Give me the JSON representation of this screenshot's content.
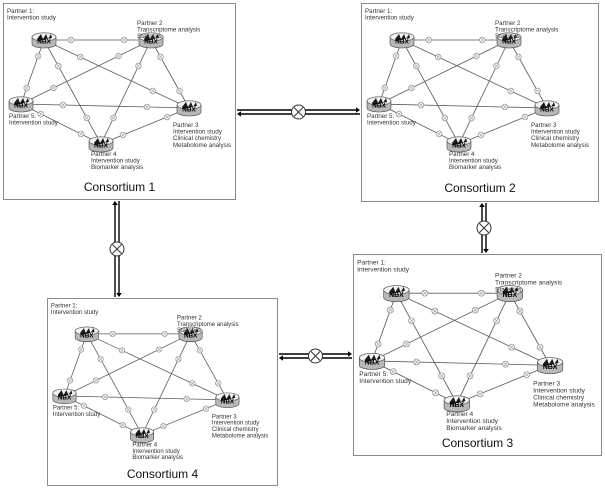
{
  "colors": {
    "line": "#5a5a5a",
    "node_top": "#f2f2f2",
    "node_side": "#b8b8b8",
    "pinwheel": "#1a1a1a",
    "relay": "#9a9a9a"
  },
  "icons": {
    "node": "nbx-database-icon",
    "relay": "x-circle-icon",
    "link": "double-arrow-icon"
  },
  "node_label": "NBX",
  "consortia": [
    {
      "title": "Consortium 1",
      "partners": [
        {
          "lines": [
            "Partner 1:",
            "Intervention study"
          ]
        },
        {
          "lines": [
            "Partner 2",
            "Transcriptome analysis",
            "Statistics"
          ]
        },
        {
          "lines": [
            "Partner 3",
            "Intervention study",
            "Clinical chemistry",
            "Metabolome analysis"
          ]
        },
        {
          "lines": [
            "Partner 4",
            "Intervention study",
            "Biomarker analysis"
          ]
        },
        {
          "lines": [
            "Partner 5:",
            "Intervention study"
          ]
        }
      ]
    },
    {
      "title": "Consortium 2",
      "partners": [
        {
          "lines": [
            "Partner 1:",
            "Intervention study"
          ]
        },
        {
          "lines": [
            "Partner 2",
            "Transcriptome analysis",
            "Statistics"
          ]
        },
        {
          "lines": [
            "Partner 3",
            "Intervention study",
            "Clinical chemistry",
            "Metabolome analysis"
          ]
        },
        {
          "lines": [
            "Partner 4",
            "Intervention study",
            "Biomarker analysis"
          ]
        },
        {
          "lines": [
            "Partner 5:",
            "Intervention study"
          ]
        }
      ]
    },
    {
      "title": "Consortium 3",
      "partners": [
        {
          "lines": [
            "Partner 1:",
            "Intervention study"
          ]
        },
        {
          "lines": [
            "Partner 2",
            "Transcriptome analysis",
            "Statistics"
          ]
        },
        {
          "lines": [
            "Partner 3",
            "Intervention study",
            "Clinical chemistry",
            "Metabolome analysis"
          ]
        },
        {
          "lines": [
            "Partner 4",
            "Intervention study",
            "Biomarker analysis"
          ]
        },
        {
          "lines": [
            "Partner 5:",
            "Intervention study"
          ]
        }
      ]
    },
    {
      "title": "Consortium 4",
      "partners": [
        {
          "lines": [
            "Partner 1:",
            "Intervention study"
          ]
        },
        {
          "lines": [
            "Partner 2",
            "Transcriptome analysis",
            "Statistics"
          ]
        },
        {
          "lines": [
            "Partner 3",
            "Intervention study",
            "Clinical chemistry",
            "Metabolome analysis"
          ]
        },
        {
          "lines": [
            "Partner 4",
            "Intervention study",
            "Biomarker analysis"
          ]
        },
        {
          "lines": [
            "Partner 5:",
            "Intervention study"
          ]
        }
      ]
    }
  ]
}
